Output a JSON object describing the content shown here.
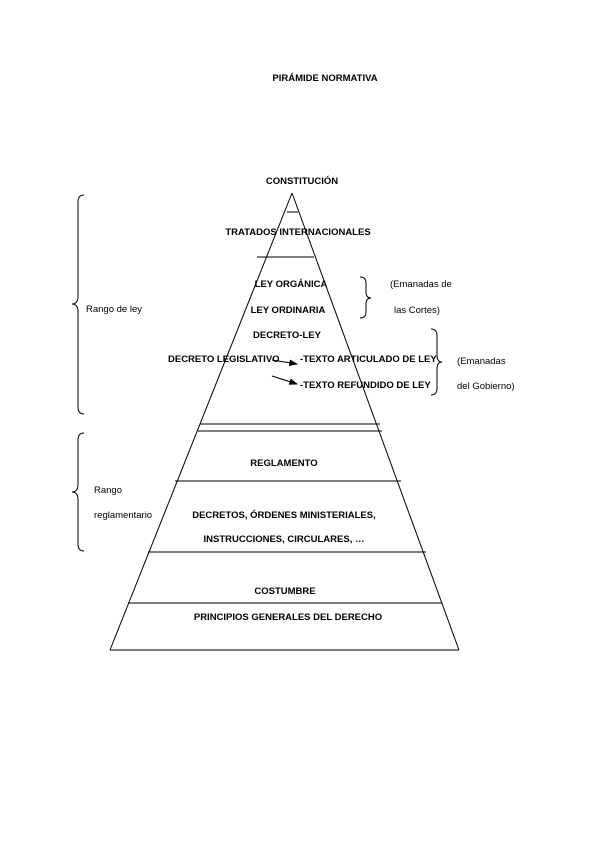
{
  "title": "PIRÁMIDE NORMATIVA",
  "levels": {
    "constitucion": "CONSTITUCIÓN",
    "tratados": "TRATADOS INTERNACIONALES",
    "ley_organica": "LEY ORGÁNICA",
    "ley_ordinaria": "LEY ORDINARIA",
    "decreto_ley": "DECRETO-LEY",
    "decreto_legislativo": "DECRETO LEGISLATIVO",
    "texto_articulado": "-TEXTO ARTICULADO DE LEY",
    "texto_refundido": "-TEXTO REFUNDIDO DE LEY",
    "reglamento": "REGLAMENTO",
    "decretos_line1": "DECRETOS, ÓRDENES MINISTERIALES,",
    "decretos_line2": "INSTRUCCIONES, CIRCULARES, …",
    "costumbre": "COSTUMBRE",
    "principios": "PRINCIPIOS GENERALES DEL DERECHO"
  },
  "notes": {
    "cortes_line1": "(Emanadas de",
    "cortes_line2": "las Cortes)",
    "gobierno_line1": "(Emanadas",
    "gobierno_line2": "del Gobierno)"
  },
  "ranges": {
    "rango_ley": "Rango de ley",
    "rango_regl_line1": "Rango",
    "rango_regl_line2": "reglamentario"
  }
}
